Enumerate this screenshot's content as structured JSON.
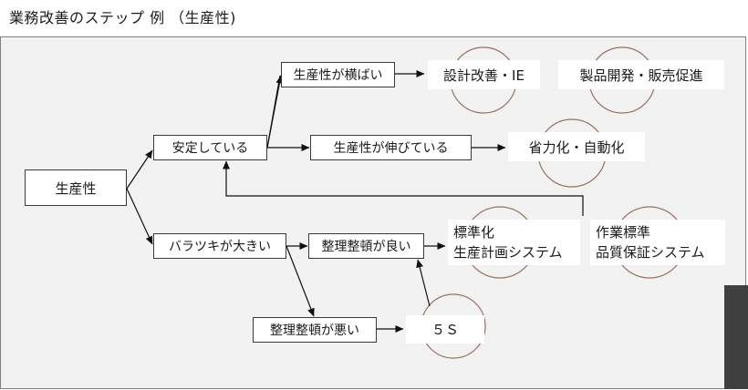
{
  "title": "業務改善のステップ 例 （生産性)",
  "nodes": {
    "productivity": "生産性",
    "stable": "安定している",
    "variation": "バラツキが大きい",
    "flat": "生産性が横ばい",
    "growing": "生産性が伸びている",
    "tidy_good": "整理整頓が良い",
    "tidy_bad": "整理整頓が悪い"
  },
  "outcomes": {
    "design_ie": "設計改善・IE",
    "product_dev": "製品開発・販売促進",
    "automation": "省力化・自動化",
    "standard_line1": "標準化",
    "standard_line2": "生産計画システム",
    "work_std_line1": "作業標準",
    "work_std_line2": "品質保証システム",
    "five_s": "５Ｓ"
  },
  "colors": {
    "arc": "#9b6f5e",
    "line": "#111111",
    "panel": "#f2f2f2"
  }
}
